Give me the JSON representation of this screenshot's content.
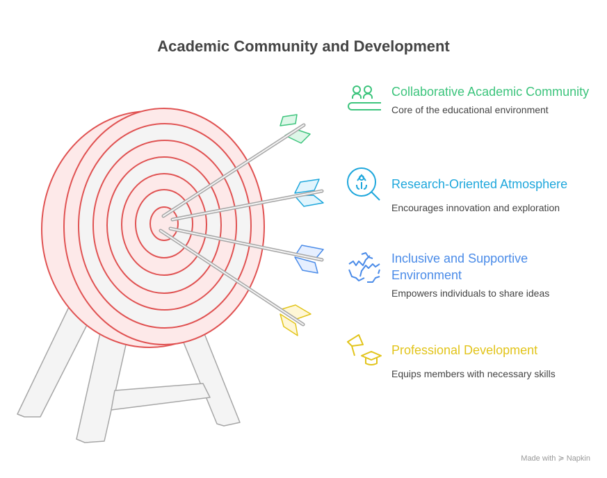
{
  "title": "Academic Community and Development",
  "items": [
    {
      "heading": "Collaborative Academic Community",
      "description": "Core of the educational environment",
      "color": "#3cc47c",
      "icon": "people-group-icon"
    },
    {
      "heading": "Research-Oriented Atmosphere",
      "description": "Encourages innovation and exploration",
      "color": "#1ea7dc",
      "icon": "magnifier-research-icon"
    },
    {
      "heading": "Inclusive and Supportive Environment",
      "description": "Empowers individuals to share ideas",
      "color": "#4a8be8",
      "icon": "hands-puzzle-icon"
    },
    {
      "heading": "Professional Development",
      "description": "Equips members with necessary skills",
      "color": "#e2c41a",
      "icon": "megaphone-graduation-cap-icon"
    }
  ],
  "footer": "Made with ≽ Napkin"
}
